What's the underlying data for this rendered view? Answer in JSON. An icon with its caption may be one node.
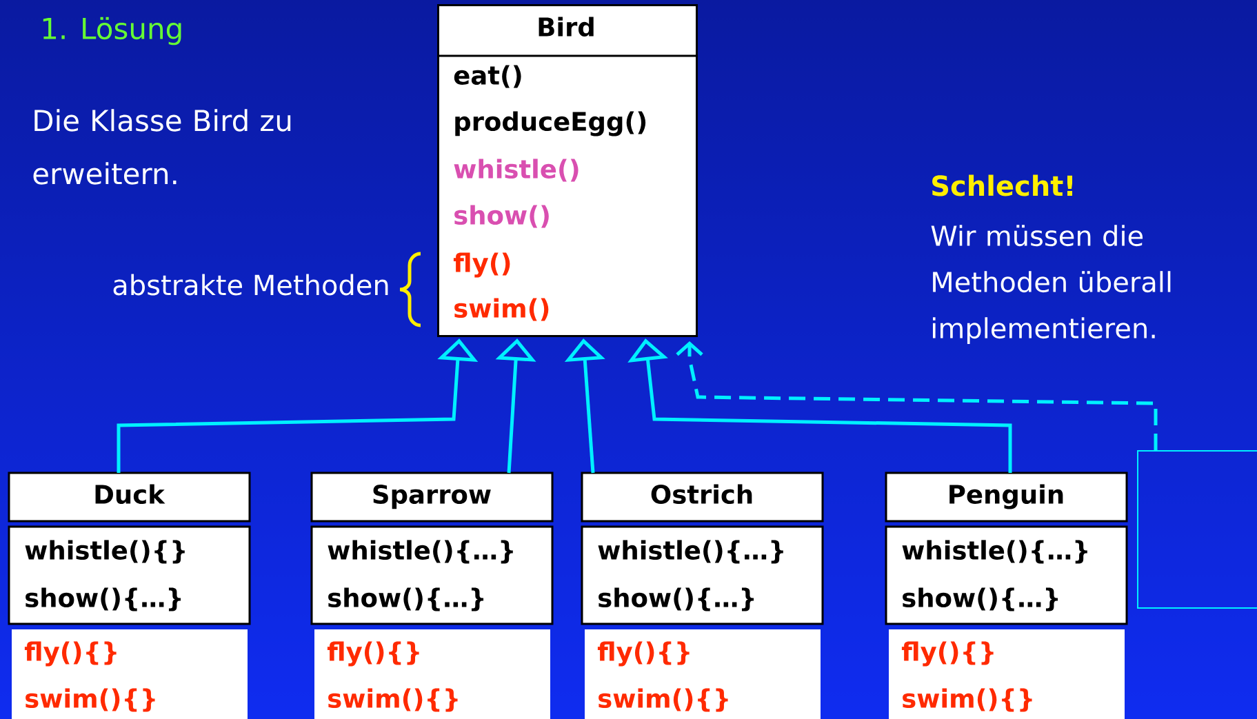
{
  "diagram": {
    "nodes": [
      {
        "text": [
          "Bird",
          "eat()",
          "produceEgg()",
          "whistle()",
          "show()",
          "fly()",
          "swim()"
        ]
      },
      {
        "text": [
          "Duck",
          "whistle(){}",
          "show(){…}",
          "fly(){}",
          "swim(){}"
        ]
      },
      {
        "text": [
          "Sparrow",
          "whistle(){…}",
          "show(){…}",
          "fly(){}",
          "swim(){}"
        ]
      },
      {
        "text": [
          "Ostrich",
          "whistle(){…}",
          "show(){…}",
          "fly(){}",
          "swim(){}"
        ]
      },
      {
        "text": [
          "Penguin",
          "whistle(){…}",
          "show(){…}",
          "fly(){}",
          "swim(){}"
        ]
      },
      {
        "text": [],
        "shape": "box"
      }
    ],
    "edges": [
      {
        "from": 1,
        "to": 0,
        "arrow": "to"
      },
      {
        "from": 2,
        "to": 0,
        "arrow": "to"
      },
      {
        "from": 3,
        "to": 0,
        "arrow": "to"
      },
      {
        "from": 4,
        "to": 0,
        "arrow": "to"
      },
      {
        "from": 5,
        "to": 0,
        "arrow": "to",
        "style": "dashed"
      }
    ],
    "labels": [
      "1. Lösung",
      "Die Klasse Bird zu erweitern.",
      "abstrakte Methoden",
      "Schlecht!",
      "Wir müssen die Methoden überall implementieren."
    ]
  }
}
